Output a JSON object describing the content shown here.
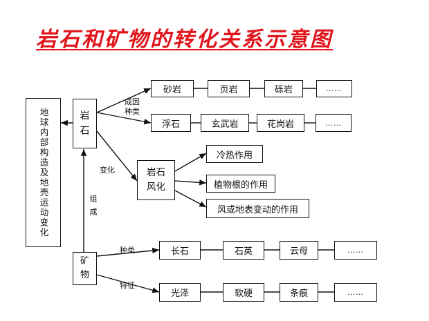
{
  "title": "岩石和矿物的转化关系示意图",
  "nodes": {
    "earth": "地球内部构造及地壳运动变化",
    "rock": [
      "岩",
      "石"
    ],
    "mineral": [
      "矿",
      "物"
    ],
    "weathering": [
      "岩石",
      "风化"
    ]
  },
  "rock_origin_types": {
    "row1": [
      "砂岩",
      "页岩",
      "砾岩",
      "……"
    ],
    "row2": [
      "浮石",
      "玄武岩",
      "花岗岩",
      "……"
    ]
  },
  "weathering_factors": [
    "冷热作用",
    "植物根的作用",
    "风或地表变动的作用"
  ],
  "mineral_types": [
    "长石",
    "石英",
    "云母",
    "……"
  ],
  "mineral_features": [
    "光泽",
    "软硬",
    "条痕",
    "……"
  ],
  "labels": {
    "origin": [
      "成因",
      "种类"
    ],
    "change": "变化",
    "compose": "组成",
    "kind": "种类",
    "feature": "特征"
  }
}
